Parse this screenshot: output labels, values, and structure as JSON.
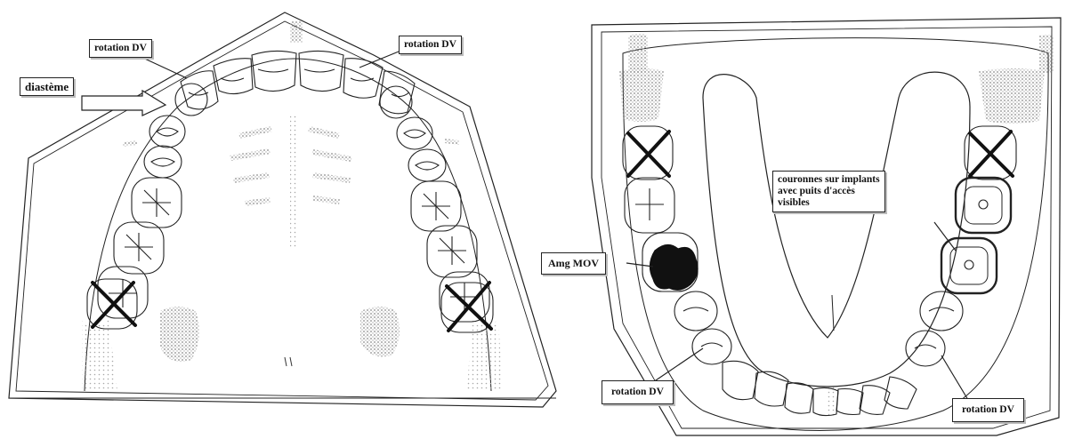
{
  "upper_arch": {
    "labels": {
      "rotation_left": "rotation DV",
      "rotation_right": "rotation DV",
      "diastema": "diastème"
    },
    "crossed_teeth": 2
  },
  "lower_arch": {
    "labels": {
      "implants": "couronnes sur implants\navec puits d'accès\n visibles",
      "amalgam": "Amg MOV",
      "rotation_left": "rotation DV",
      "rotation_right": "rotation DV"
    },
    "crossed_teeth": 2,
    "implant_crowns": 2
  },
  "colors": {
    "ink": "#222222",
    "stipple": "#9a9a9a",
    "amalgam_fill": "#111111",
    "paper": "#ffffff"
  }
}
